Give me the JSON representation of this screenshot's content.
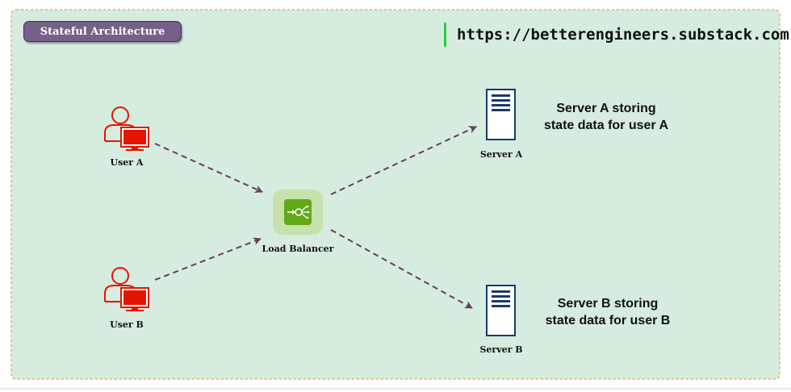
{
  "diagram": {
    "title": "Stateful Architecture",
    "url": "https://betterengineers.substack.com",
    "nodes": {
      "user_a": "User A",
      "user_b": "User B",
      "load_balancer": "Load Balancer",
      "server_a": "Server A",
      "server_b": "Server B"
    },
    "notes": {
      "server_a": [
        "Server A storing",
        "state data for user A"
      ],
      "server_b": [
        "Server B storing",
        "state data for user B"
      ]
    },
    "edges": [
      {
        "from": "User A",
        "to": "Load Balancer",
        "style": "dashed"
      },
      {
        "from": "User B",
        "to": "Load Balancer",
        "style": "dashed"
      },
      {
        "from": "Load Balancer",
        "to": "Server A",
        "style": "dashed"
      },
      {
        "from": "Load Balancer",
        "to": "Server B",
        "style": "dashed"
      }
    ]
  },
  "colors": {
    "background": "#d5ecdf",
    "border": "#d6b656",
    "user_icon": "#e51400",
    "server_icon": "#1a3a6b",
    "load_balancer": "#60a917",
    "arrow": "#6b3b5e",
    "title_pill": "#76608a"
  }
}
